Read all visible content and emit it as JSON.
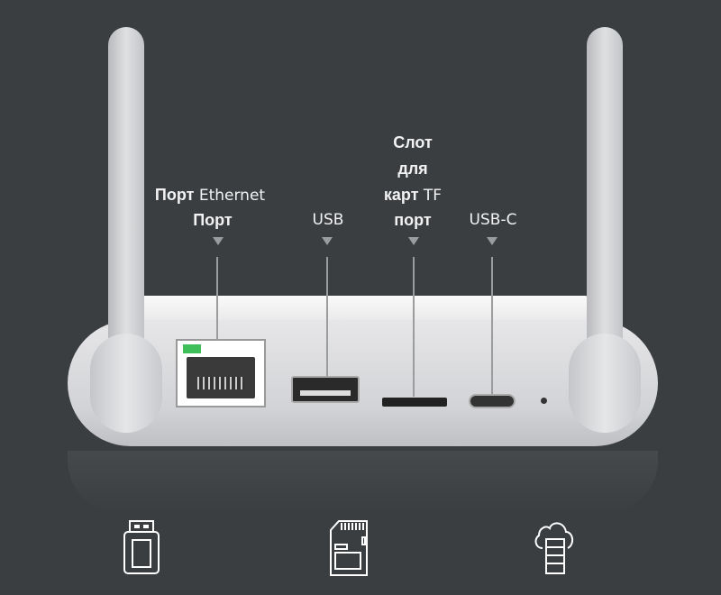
{
  "labels": {
    "ethernet_line1_a": "Порт",
    "ethernet_line1_b": "Ethernet",
    "ethernet_line2": "Порт",
    "usb": "USB",
    "tf_line1": "Слот",
    "tf_line2": "для",
    "tf_line3_a": "карт",
    "tf_line3_b": "TF",
    "tf_line4": "порт",
    "usbc": "USB-C"
  },
  "icons": [
    "usb-flash-drive-icon",
    "sd-card-icon",
    "cloud-storage-icon"
  ],
  "colors": {
    "background": "#3b3e41",
    "led": "#3fbf5a"
  }
}
